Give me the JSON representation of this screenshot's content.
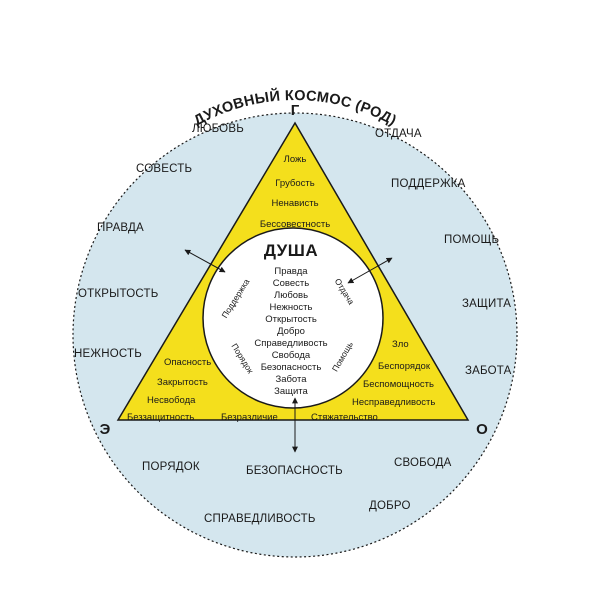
{
  "title": "ДУХОВНЫЙ КОСМОС (РОД)",
  "colors": {
    "outer_fill": "#d4e6ee",
    "triangle_fill": "#f4df1c",
    "inner_fill": "#ffffff",
    "stroke": "#1a1a1a"
  },
  "corners": {
    "top": "Г",
    "left": "Э",
    "right": "О"
  },
  "soul": {
    "title": "ДУША",
    "values": [
      "Правда",
      "Совесть",
      "Любовь",
      "Нежность",
      "Открытость",
      "Добро",
      "Справедливость",
      "Свобода",
      "Безопасность",
      "Забота",
      "Защита"
    ],
    "sides": {
      "support": "Поддержка",
      "giving": "Отдача",
      "order": "Порядок",
      "help": "Помощь"
    }
  },
  "triangle": {
    "top": [
      "Ложь",
      "Грубость",
      "Ненависть",
      "Бессовестность"
    ],
    "left": [
      "Опасность",
      "Закрытость",
      "Несвобода",
      "Беззащитность"
    ],
    "right": [
      "Зло",
      "Беспорядок",
      "Беспомощность",
      "Несправедливость"
    ],
    "bottom": [
      "Безразличие",
      "Стяжательство"
    ]
  },
  "outer": {
    "left": [
      "ЛЮБОВЬ",
      "СОВЕСТЬ",
      "ПРАВДА",
      "ОТКРЫТОСТЬ",
      "НЕЖНОСТЬ"
    ],
    "right": [
      "ОТДАЧА",
      "ПОДДЕРЖКА",
      "ПОМОЩЬ",
      "ЗАЩИТА",
      "ЗАБОТА"
    ],
    "bottom": [
      "ПОРЯДОК",
      "БЕЗОПАСНОСТЬ",
      "СВОБОДА",
      "ДОБРО",
      "СПРАВЕДЛИВОСТЬ"
    ]
  }
}
